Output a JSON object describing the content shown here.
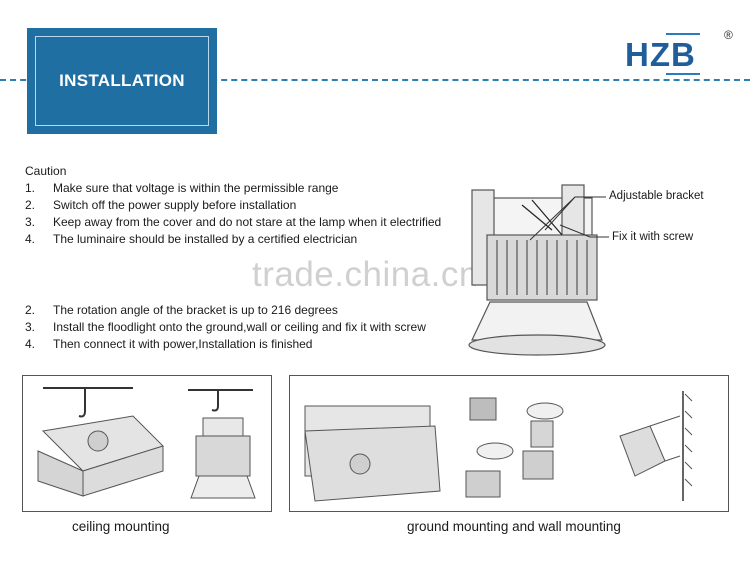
{
  "banner": {
    "title": "INSTALLATION"
  },
  "logo": {
    "text": "HZB",
    "registered": "®"
  },
  "caution": {
    "title": "Caution",
    "items": [
      {
        "num": "1.",
        "text": "Make sure that voltage is within the permissible range"
      },
      {
        "num": "2.",
        "text": "Switch off the power supply before installation"
      },
      {
        "num": "3.",
        "text": "Keep away from the cover and do not stare at the lamp when it electrified"
      },
      {
        "num": "4.",
        "text": "The luminaire should be installed by a certified electrician"
      }
    ]
  },
  "steps": [
    {
      "num": "2.",
      "text": "The rotation angle of the bracket is up to 216 degrees"
    },
    {
      "num": "3.",
      "text": "Install the floodlight onto the ground,wall or ceiling and fix it with screw"
    },
    {
      "num": "4.",
      "text": "Then connect it with power,Installation is finished"
    }
  ],
  "watermark": "trade.china.cn",
  "callouts": {
    "bracket": "Adjustable bracket",
    "screw": "Fix it with screw"
  },
  "captions": {
    "ceiling": "ceiling mounting",
    "ground_wall": "ground mounting and wall mounting"
  }
}
